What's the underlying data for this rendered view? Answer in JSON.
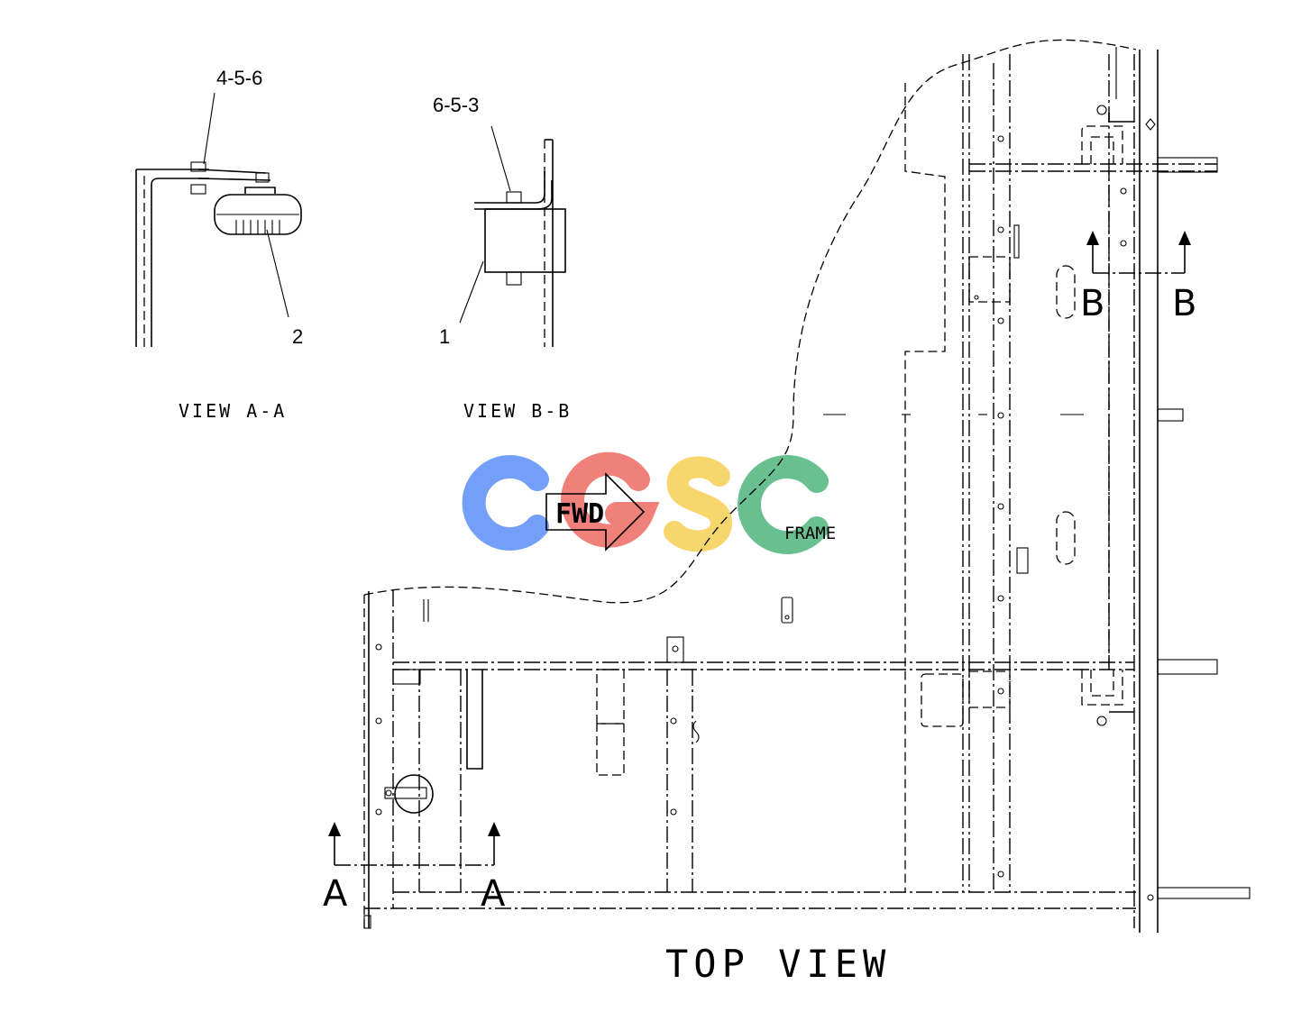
{
  "title": "TOP VIEW",
  "views": {
    "aa": "VIEW A-A",
    "bb": "VIEW B-B"
  },
  "callouts": {
    "aa_top": "4-5-6",
    "aa_bottom": "2",
    "bb_top": "6-5-3",
    "bb_bottom": "1"
  },
  "section_marks": {
    "a_left": "A",
    "a_right": "A",
    "b_left": "B",
    "b_right": "B"
  },
  "fwd_arrow": "FWD",
  "frame_label": "FRAME",
  "watermark": {
    "text": "CGSC",
    "colors": [
      "#5b8ff9",
      "#ee6a63",
      "#f7cf55",
      "#4fb57d"
    ]
  }
}
